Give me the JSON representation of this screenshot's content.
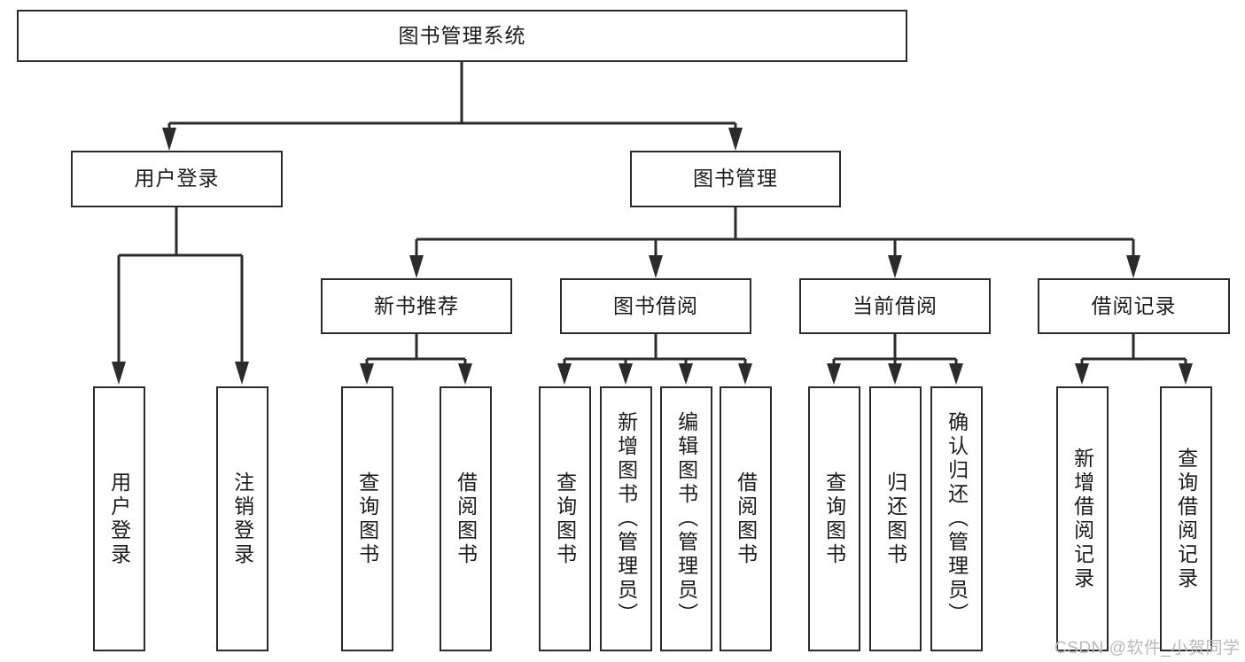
{
  "diagram": {
    "title": "图书管理系统",
    "type": "tree-hierarchy-diagram",
    "colors": {
      "box_border": "#2b2b2b",
      "box_fill": "#ffffff",
      "line": "#2b2b2b",
      "text": "#1b1b1b",
      "watermark": "#b9b9b9",
      "background": "#ffffff"
    },
    "root": {
      "label": "图书管理系统"
    },
    "level2": [
      {
        "label": "用户登录"
      },
      {
        "label": "图书管理"
      }
    ],
    "level3": [
      {
        "label": "新书推荐"
      },
      {
        "label": "图书借阅"
      },
      {
        "label": "当前借阅"
      },
      {
        "label": "借阅记录"
      }
    ],
    "leaves": {
      "user_login": [
        {
          "label": "用户登录"
        },
        {
          "label": "注销登录"
        }
      ],
      "new_book": [
        {
          "label": "查询图书"
        },
        {
          "label": "借阅图书"
        }
      ],
      "book_borrow": [
        {
          "label": "查询图书"
        },
        {
          "label": "新增图书（管理员）"
        },
        {
          "label": "编辑图书（管理员）"
        },
        {
          "label": "借阅图书"
        }
      ],
      "current_borrow": [
        {
          "label": "查询图书"
        },
        {
          "label": "归还图书"
        },
        {
          "label": "确认归还（管理员）"
        }
      ],
      "borrow_record": [
        {
          "label": "新增借阅记录"
        },
        {
          "label": "查询借阅记录"
        }
      ]
    },
    "watermark": "CSDN @软件_小贺同学"
  }
}
